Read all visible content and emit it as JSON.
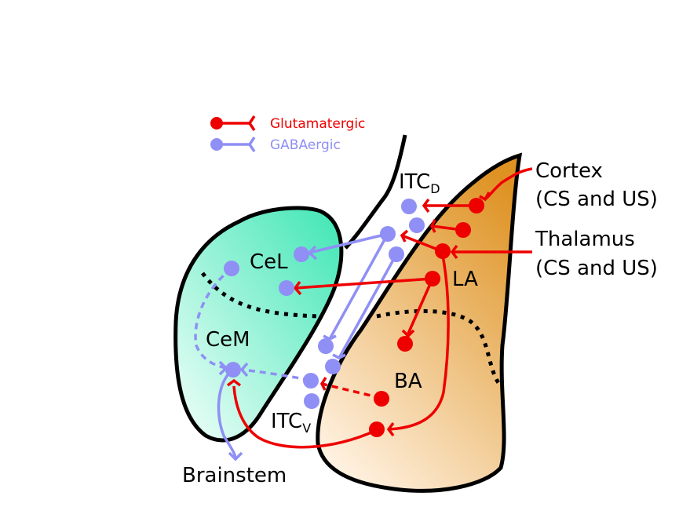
{
  "legend": {
    "glutamatergic": "Glutamatergic",
    "gabaergic": "GABAergic"
  },
  "regions": {
    "cel": "CeL",
    "cem": "CeM",
    "la": "LA",
    "ba": "BA",
    "itc_d_main": "ITC",
    "itc_d_sub": "D",
    "itc_v_main": "ITC",
    "itc_v_sub": "V"
  },
  "inputs": {
    "cortex_line1": "Cortex",
    "cortex_line2": "(CS and US)",
    "thalamus_line1": "Thalamus",
    "thalamus_line2": "(CS and US)"
  },
  "output": {
    "brainstem": "Brainstem"
  },
  "colors": {
    "glutamatergic": "#ee0000",
    "gabaergic": "#8f8ff5",
    "central_nucleus": "#3ee6b4",
    "basolateral": "#e0962a",
    "outline": "#000000"
  }
}
